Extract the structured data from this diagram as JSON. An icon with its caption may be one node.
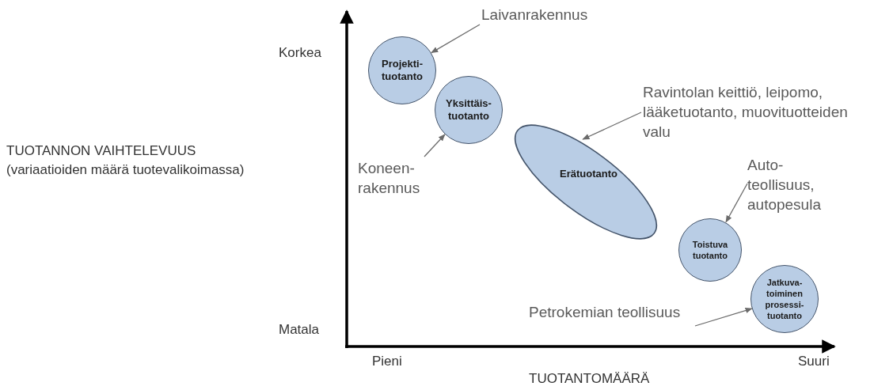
{
  "diagram": {
    "nodes": [
      {
        "text": [
          "Projekti- tuotanto"
        ]
      },
      {
        "text": [
          "Laivanrakennus"
        ]
      },
      {
        "text": [
          "Yksittäis- tuotanto"
        ]
      },
      {
        "text": [
          "Ravintolan keittiö, leipomo, lääketuotanto, muovituotteiden valu"
        ]
      },
      {
        "text": [
          "Koneen- rakennus"
        ]
      },
      {
        "text": [
          "Erätuotanto"
        ]
      },
      {
        "text": [
          "Auto- teollisuus, autopesula"
        ]
      },
      {
        "text": [
          "Toistuva tuotanto"
        ]
      },
      {
        "text": [
          "Jatkuva- toiminen prosessi- tuotanto"
        ]
      },
      {
        "text": [
          "Petrokemian teollisuus"
        ]
      }
    ],
    "edges": [
      {
        "from": 1,
        "to": 0,
        "arrow": "to"
      },
      {
        "from": 4,
        "to": 2,
        "arrow": "to"
      },
      {
        "from": 3,
        "to": 5,
        "arrow": "to"
      },
      {
        "from": 6,
        "to": 7,
        "arrow": "to"
      },
      {
        "from": 9,
        "to": 8,
        "arrow": "to"
      }
    ],
    "labels": [
      "Korkea",
      "TUOTANNON VAIHTELEVUUS",
      "(variaatioiden määrä tuotevalikoimassa)",
      "Matala",
      "Pieni",
      "Suuri",
      "TUOTANTOMÄÄRÄ"
    ]
  }
}
